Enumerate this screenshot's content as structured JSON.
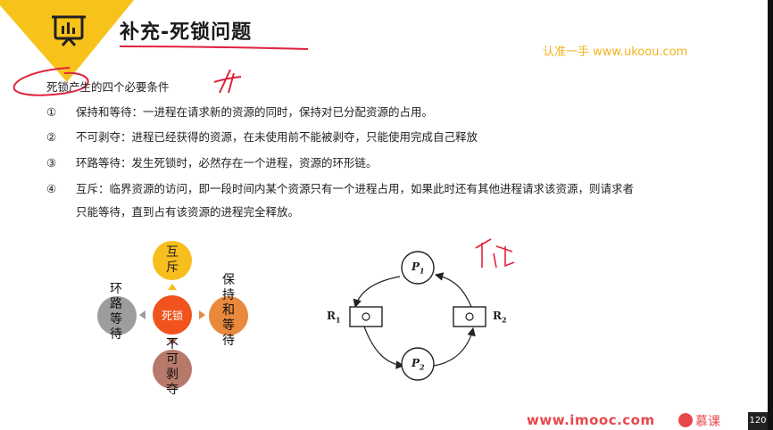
{
  "header": {
    "title": "补充-死锁问题",
    "watermark": "认准一手 www.ukoou.com"
  },
  "content": {
    "subtitle": "死锁产生的四个必要条件",
    "conditions": [
      {
        "num": "①",
        "text": "保持和等待：一进程在请求新的资源的同时，保持对已分配资源的占用。"
      },
      {
        "num": "②",
        "text": "不可剥夺：进程已经获得的资源，在未使用前不能被剥夺，只能使用完成自己释放"
      },
      {
        "num": "③",
        "text": "环路等待：发生死锁时，必然存在一个进程，资源的环形链。"
      },
      {
        "num": "④",
        "text": "互斥：临界资源的访问，即一段时间内某个资源只有一个进程占用，如果此时还有其他进程请求该资源，则请求者",
        "text2": "只能等待，直到占有该资源的进程完全释放。"
      }
    ]
  },
  "diagram_left": {
    "center": "死锁",
    "top": "互斥",
    "right": "保持和等待",
    "bottom": "不可剥夺",
    "left": "环路等待",
    "colors": {
      "center": "#f0531c",
      "top": "#f7be1e",
      "right": "#e8893c",
      "bottom": "#b7796a",
      "left": "#9d9d9d"
    }
  },
  "diagram_right": {
    "p1": "P",
    "p1_sub": "1",
    "p2": "P",
    "p2_sub": "2",
    "r1": "R",
    "r1_sub": "1",
    "r2": "R",
    "r2_sub": "2"
  },
  "footer": {
    "brand": "www.imooc.com",
    "brand2": "慕课",
    "page": "120"
  }
}
